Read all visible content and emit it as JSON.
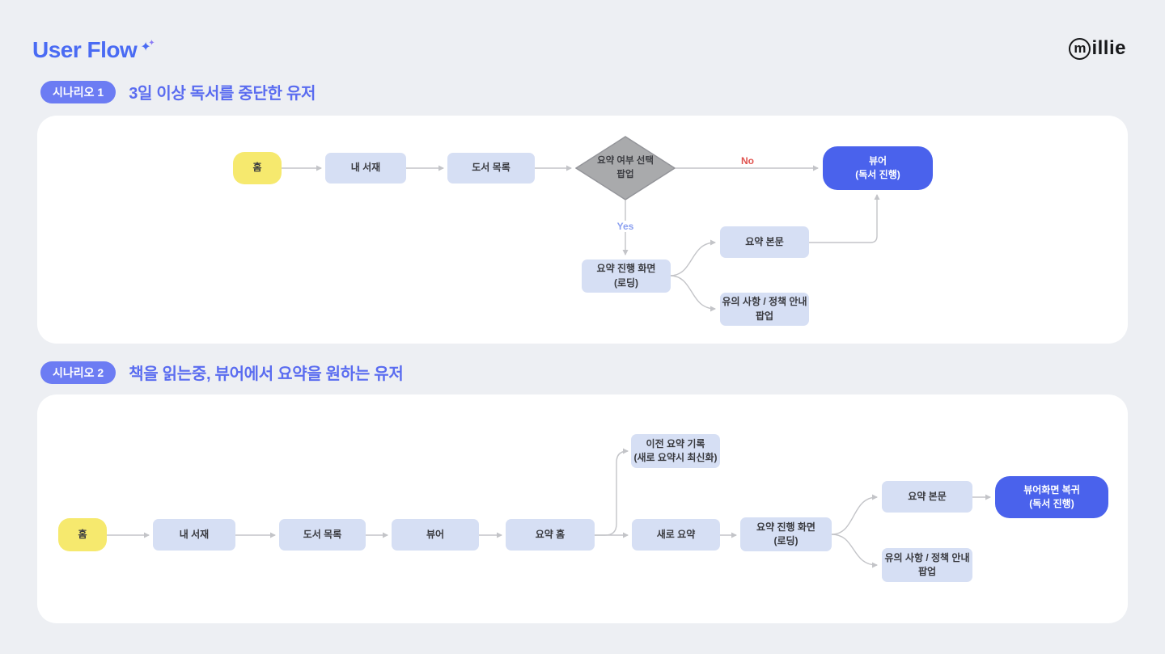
{
  "header": {
    "title": "User Flow",
    "logo_m": "m",
    "logo_text": "illie"
  },
  "colors": {
    "background": "#edeff3",
    "card": "#ffffff",
    "accent_blue": "#4a62ec",
    "badge_blue": "#6c7cf3",
    "title_blue": "#5a6cf0",
    "node_soft_blue": "#d6dff4",
    "node_yellow": "#f6e96e",
    "diamond_gray": "#a9aaac",
    "arrow_gray": "#c3c4c8",
    "no_red": "#e0524e",
    "yes_blue": "#8ba0f0"
  },
  "scenario1": {
    "badge": "시나리오 1",
    "title": "3일 이상 독서를 중단한 유저",
    "nodes": {
      "home": "홈",
      "my_library": "내 서재",
      "book_list": "도서 목록",
      "summary_choice_popup": "요약 여부 선택\n팝업",
      "viewer": "뷰어\n(독서 진행)",
      "summary_loading": "요약 진행 화면\n(로딩)",
      "summary_body": "요약 본문",
      "notice_popup": "유의 사항 / 정책 안내\n팝업"
    },
    "edge_labels": {
      "no": "No",
      "yes": "Yes"
    }
  },
  "scenario2": {
    "badge": "시나리오 2",
    "title": "책을 읽는중, 뷰어에서 요약을 원하는 유저",
    "nodes": {
      "home": "홈",
      "my_library": "내 서재",
      "book_list": "도서 목록",
      "viewer": "뷰어",
      "summary_home": "요약 홈",
      "previous_summary": "이전 요약 기록\n(새로 요약시 최신화)",
      "new_summary": "새로 요약",
      "summary_loading": "요약 진행 화면\n(로딩)",
      "summary_body": "요약 본문",
      "viewer_return": "뷰어화면 복귀\n(독서 진행)",
      "notice_popup": "유의 사항 / 정책 안내\n팝업"
    }
  }
}
